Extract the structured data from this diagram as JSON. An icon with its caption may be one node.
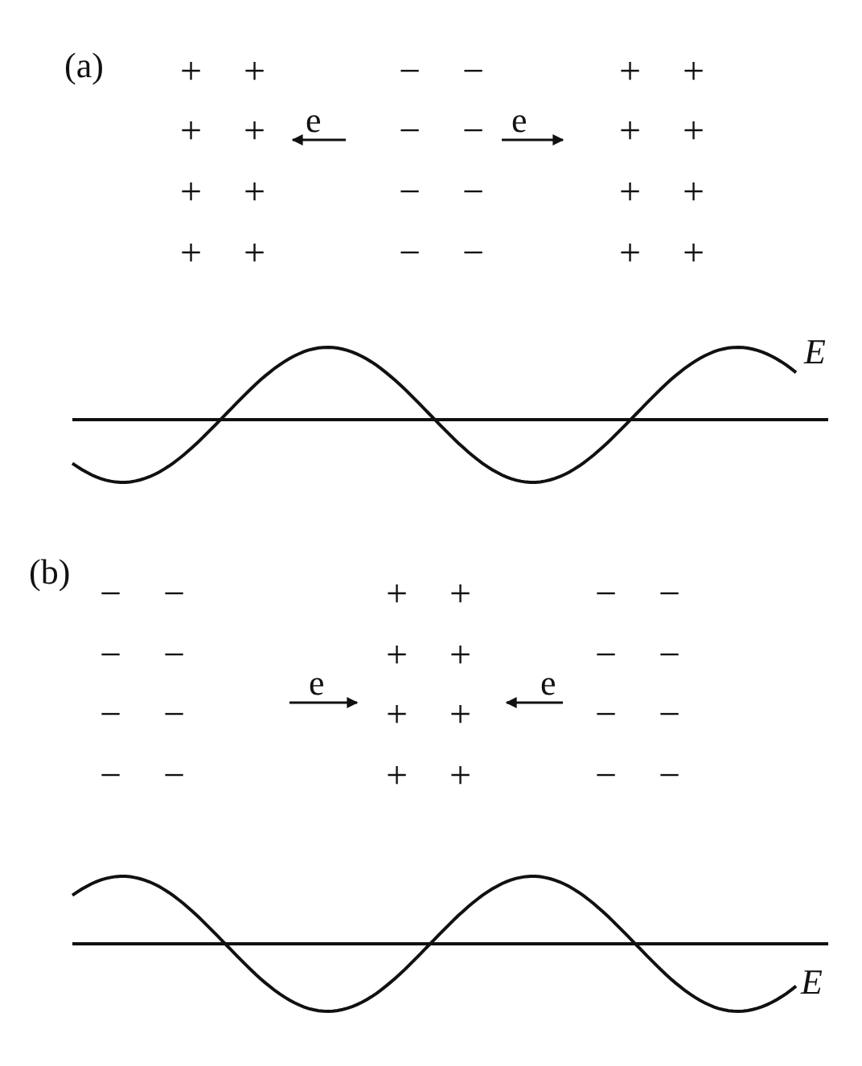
{
  "diagram": {
    "labels": [
      "(a)",
      "+ +",
      "− −",
      "+ +",
      "+ +",
      "e",
      "− −",
      "e",
      "+ +",
      "+ +",
      "− −",
      "+ +",
      "+ +",
      "− −",
      "+ +",
      "E",
      "(b)",
      "− −",
      "+ +",
      "− −",
      "− −",
      "e",
      "+ +",
      "e",
      "− −",
      "− −",
      "+ +",
      "− −",
      "− −",
      "+ +",
      "− −",
      "E"
    ]
  }
}
